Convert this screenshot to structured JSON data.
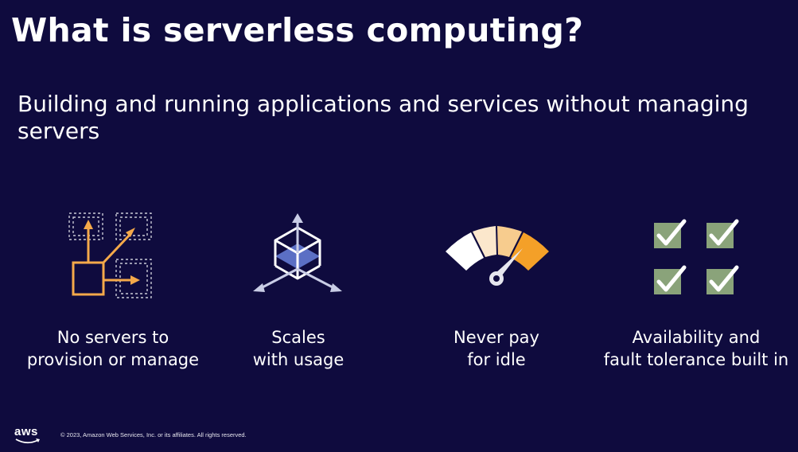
{
  "slide": {
    "title": "What is serverless computing?",
    "subtitle": "Building and running applications and services without managing servers"
  },
  "features": [
    {
      "line1": "No servers to",
      "line2": "provision or manage",
      "icon": "servers-provision-icon"
    },
    {
      "line1": "Scales",
      "line2": "with usage",
      "icon": "scaling-cube-icon"
    },
    {
      "line1": "Never pay",
      "line2": "for idle",
      "icon": "gauge-meter-icon"
    },
    {
      "line1": "Availability and",
      "line2": "fault tolerance built in",
      "icon": "checkbox-grid-icon"
    }
  ],
  "footer": {
    "logo": "aws",
    "copyright": "© 2023, Amazon Web Services, Inc. or its affiliates. All rights reserved."
  },
  "colors": {
    "background": "#0f0b3e",
    "orange": "#f4a94a",
    "blue": "#5b6fc4",
    "green": "#8aa37a"
  }
}
